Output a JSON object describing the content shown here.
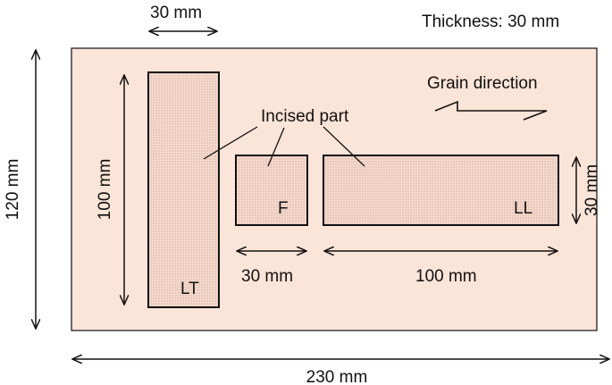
{
  "thickness_label": "Thickness: 30 mm",
  "grain_direction_label": "Grain direction",
  "incised_part_label": "Incised part",
  "dimensions": {
    "board_width": "230 mm",
    "board_height": "120 mm",
    "lt_width": "30 mm",
    "lt_length": "100 mm",
    "f_width": "30 mm",
    "ll_length": "100 mm",
    "ll_height": "30 mm"
  },
  "specimens": {
    "lt": "LT",
    "f": "F",
    "ll": "LL"
  },
  "colors": {
    "board_fill": "#fbe4d8",
    "specimen_fill": "#f4d8cb",
    "line": "#111111"
  }
}
